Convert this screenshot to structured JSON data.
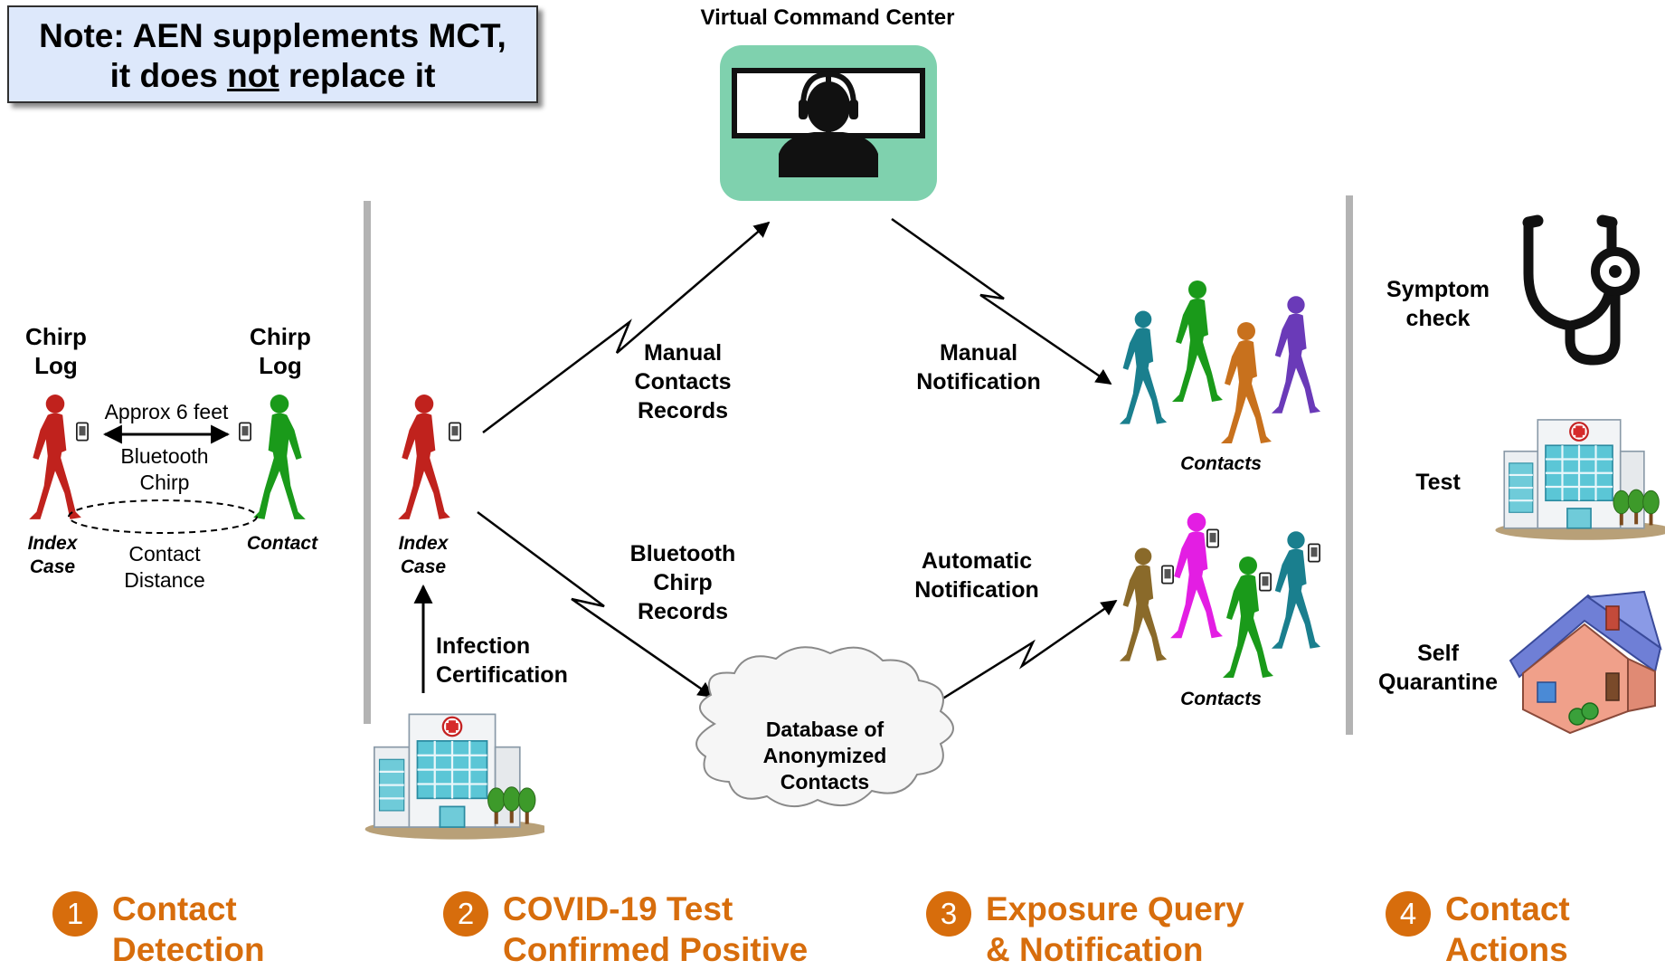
{
  "note": {
    "line1": "Note: AEN supplements MCT,",
    "line2_pre": "it does ",
    "line2_em": "not",
    "line2_post": " replace it"
  },
  "command_center": {
    "title": "Virtual Command Center"
  },
  "detection": {
    "chirp_log_left": [
      "Chirp",
      "Log"
    ],
    "chirp_log_right": [
      "Chirp",
      "Log"
    ],
    "distance": "Approx 6 feet",
    "bluetooth_chirp": [
      "Bluetooth",
      "Chirp"
    ],
    "contact_distance": [
      "Contact",
      "Distance"
    ],
    "index_case": [
      "Index",
      "Case"
    ],
    "contact": "Contact"
  },
  "test": {
    "index_case": [
      "Index",
      "Case"
    ],
    "infection_certification": [
      "Infection",
      "Certification"
    ]
  },
  "flows": {
    "manual_contacts_records": [
      "Manual",
      "Contacts",
      "Records"
    ],
    "bluetooth_chirp_records": [
      "Bluetooth",
      "Chirp",
      "Records"
    ],
    "manual_notification": [
      "Manual",
      "Notification"
    ],
    "automatic_notification": [
      "Automatic",
      "Notification"
    ],
    "database": [
      "Database of",
      "Anonymized",
      "Contacts"
    ],
    "contacts_top": "Contacts",
    "contacts_bottom": "Contacts"
  },
  "actions": {
    "symptom_check": [
      "Symptom",
      "check"
    ],
    "test": "Test",
    "self_quarantine": [
      "Self",
      "Quarantine"
    ]
  },
  "steps": [
    {
      "num": "1",
      "line1": "Contact",
      "line2": "Detection"
    },
    {
      "num": "2",
      "line1": "COVID-19 Test",
      "line2": "Confirmed Positive"
    },
    {
      "num": "3",
      "line1": "Exposure Query",
      "line2": "& Notification"
    },
    {
      "num": "4",
      "line1": "Contact",
      "line2": "Actions"
    }
  ],
  "colors": {
    "step_orange": "#d76d0c",
    "index_red": "#c0221d",
    "contact_green": "#1a9a1a",
    "command_green": "#7fd1ae",
    "note_bg": "#dde8fb",
    "divider_gray": "#b3b3b3",
    "teal": "#1a7f8e",
    "orange_person": "#c8711d",
    "purple": "#6a3ab8",
    "magenta": "#e31ee3",
    "olive": "#8a6a2a"
  },
  "icons": [
    "walking-person-icon",
    "phone-icon",
    "monitor-icon",
    "headset-operator-icon",
    "hospital-icon",
    "cloud-icon",
    "stethoscope-icon",
    "house-icon",
    "tree-icon"
  ]
}
